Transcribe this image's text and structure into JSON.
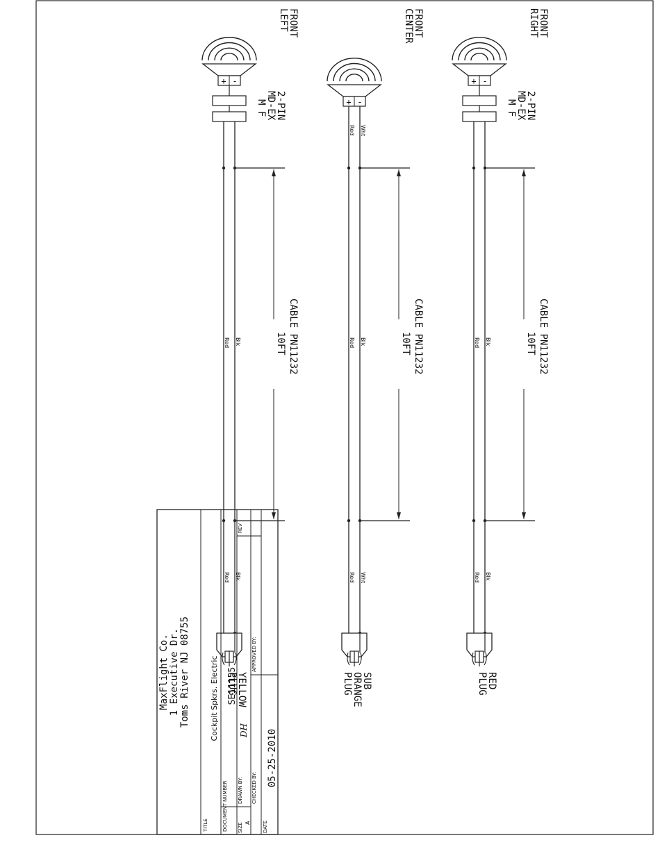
{
  "channels": [
    {
      "speaker_label_line1": "FRONT",
      "speaker_label_line2": "RIGHT",
      "connector_line1": "2-PIN",
      "connector_line2": "MD-EX",
      "connector_line3": "M  F",
      "polarity_plus": "+",
      "polarity_minus": "-",
      "cable_length": "10FT",
      "cable_pn": "CABLE PN11232",
      "wire_top_a": "",
      "wire_top_b": "",
      "wire_mid_a": "Blk",
      "wire_mid_b": "Red",
      "wire_bot_a": "Blk",
      "wire_bot_b": "Red",
      "plug_line1": "RED",
      "plug_line2": "PLUG",
      "plug_line3": ""
    },
    {
      "speaker_label_line1": "FRONT",
      "speaker_label_line2": "CENTER",
      "connector_line1": "",
      "connector_line2": "",
      "connector_line3": "",
      "polarity_plus": "+",
      "polarity_minus": "-",
      "cable_length": "10FT",
      "cable_pn": "CABLE PN11232",
      "wire_top_a": "Wht",
      "wire_top_b": "Red",
      "wire_mid_a": "Blk",
      "wire_mid_b": "Red",
      "wire_bot_a": "Wht",
      "wire_bot_b": "Red",
      "plug_line1": "SUB",
      "plug_line2": "ORANGE",
      "plug_line3": "PLUG"
    },
    {
      "speaker_label_line1": "FRONT",
      "speaker_label_line2": "LEFT",
      "connector_line1": "2-PIN",
      "connector_line2": "MD-EX",
      "connector_line3": "M  F",
      "polarity_plus": "+",
      "polarity_minus": "-",
      "cable_length": "10FT",
      "cable_pn": "CABLE PN11232",
      "wire_top_a": "",
      "wire_top_b": "",
      "wire_mid_a": "Blk",
      "wire_mid_b": "Red",
      "wire_bot_a": "Blk",
      "wire_bot_b": "Red",
      "plug_line1": "YELLOW",
      "plug_line2": "PLUG",
      "plug_line3": ""
    }
  ],
  "title_block": {
    "company_line1": "MaxFlight Co.",
    "company_line2": "1 Executive Dr.",
    "company_line3": "Toms River NJ 08755",
    "title_label": "TITLE",
    "title_value": "Cockpit Spkrs. Electric",
    "docnum_label": "DOCUMENT NUMBER",
    "docnum_value": "SE11155",
    "size_label": "SIZE",
    "size_value": "A",
    "drawn_label": "DRAWN BY:",
    "drawn_value": "DH",
    "checked_label": "CHECKED BY:",
    "approved_label": "APPROVED BY:",
    "rev_label": "REV",
    "date_label": "DATE",
    "date_value": "05-25-2010"
  }
}
